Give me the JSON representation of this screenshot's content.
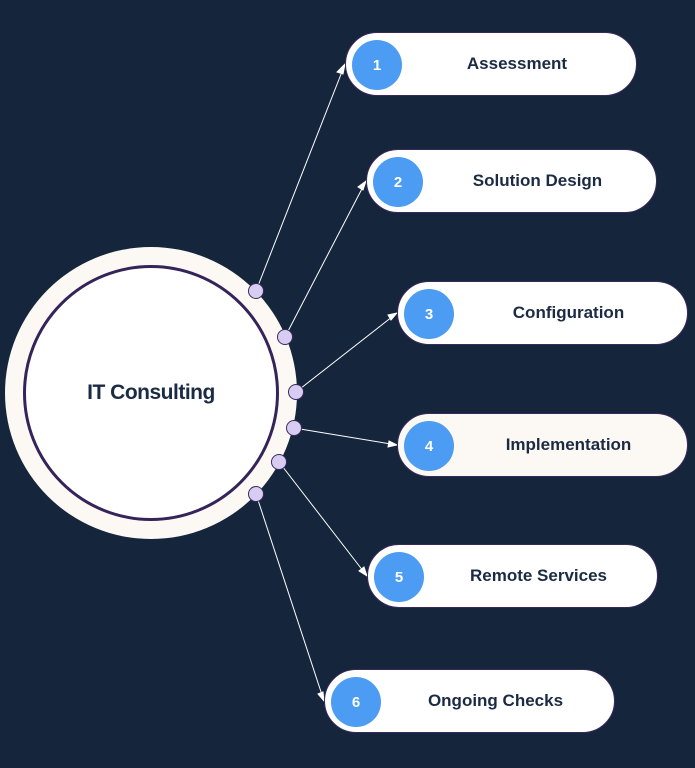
{
  "hub": {
    "title": "IT Consulting"
  },
  "steps": [
    {
      "number": "1",
      "label": "Assessment"
    },
    {
      "number": "2",
      "label": "Solution Design"
    },
    {
      "number": "3",
      "label": "Configuration"
    },
    {
      "number": "4",
      "label": "Implementation"
    },
    {
      "number": "5",
      "label": "Remote Services"
    },
    {
      "number": "6",
      "label": "Ongoing Checks"
    }
  ],
  "colors": {
    "background": "#15263c",
    "badge": "#4b9cf2",
    "ring": "#35245a",
    "connector": "#ffffff",
    "node": "#d7cdf2"
  }
}
